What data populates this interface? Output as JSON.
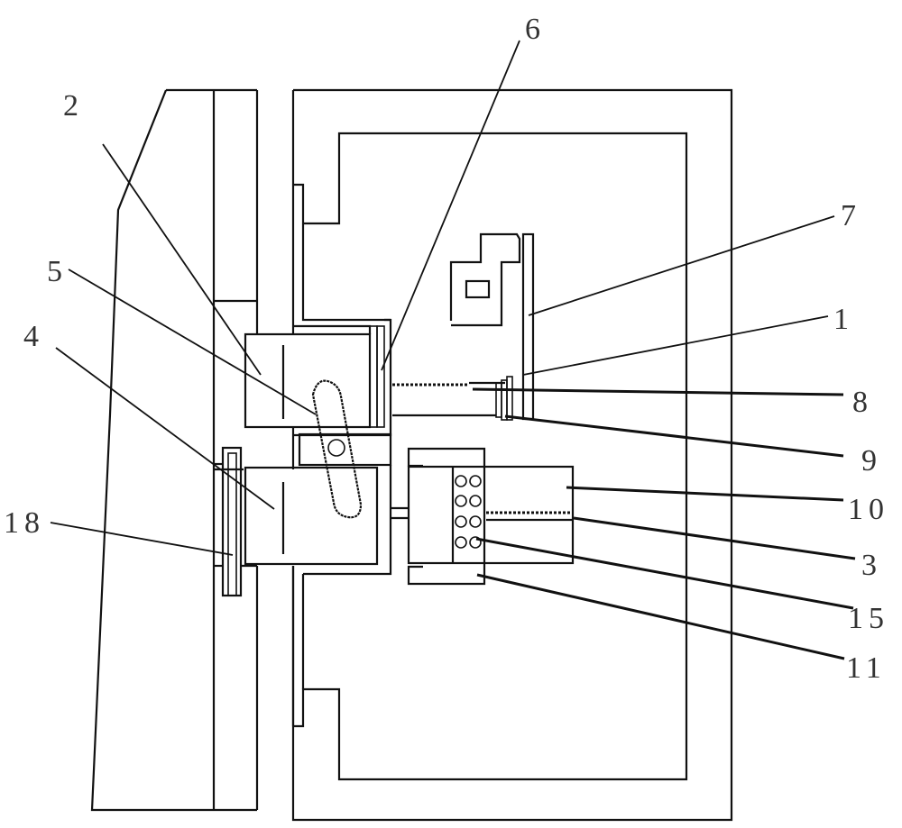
{
  "figure": {
    "type": "mechanical patent line drawing (cross-section)",
    "background": "#ffffff",
    "line_color": "#111111",
    "label_color": "#333333"
  },
  "labels": [
    {
      "id": "1",
      "text": "1"
    },
    {
      "id": "2",
      "text": "2"
    },
    {
      "id": "3",
      "text": "3"
    },
    {
      "id": "4",
      "text": "4"
    },
    {
      "id": "5",
      "text": "5"
    },
    {
      "id": "6",
      "text": "6"
    },
    {
      "id": "7",
      "text": "7"
    },
    {
      "id": "8",
      "text": "8"
    },
    {
      "id": "9",
      "text": "9"
    },
    {
      "id": "10",
      "text": "10"
    },
    {
      "id": "11",
      "text": "11"
    },
    {
      "id": "15",
      "text": "15"
    },
    {
      "id": "18",
      "text": "18"
    }
  ]
}
